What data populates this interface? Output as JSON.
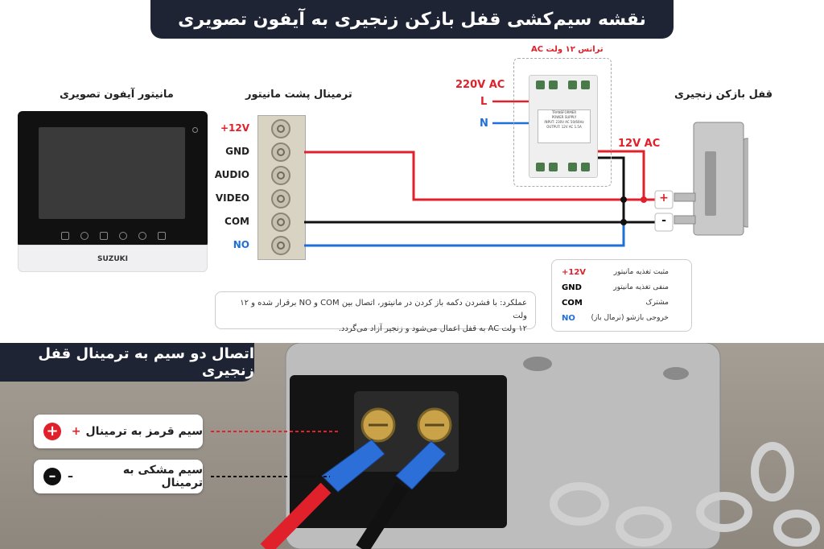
{
  "title": "نقشه سیم‌کشی قفل بازکن زنجیری به آیفون تصویری",
  "monitor": {
    "title": "مانیتور آیفون تصویری",
    "brand": "SUZUKI"
  },
  "terminal": {
    "title": "ترمینال پشت مانیتور",
    "labels": [
      "+12V",
      "GND",
      "AUDIO",
      "VIDEO",
      "COM",
      "NO"
    ]
  },
  "power_supply": {
    "title": "ترانس ۱۲ ولت AC",
    "input": "220V AC",
    "L": "L",
    "N": "N",
    "output": "12V AC",
    "label_lines": [
      "TRANSFORMER",
      "POWER SUPPLY",
      "INPUT: 230V AC 50/60Hz",
      "OUTPUT: 12V AC 1.5A"
    ]
  },
  "lock": {
    "title": "قفل بازکن زنجیری",
    "plus": "+",
    "minus": "-"
  },
  "legend": [
    {
      "key": "+12V",
      "value": "مثبت تغذیه مانیتور"
    },
    {
      "key": "GND",
      "value": "منفی تغذیه مانیتور"
    },
    {
      "key": "COM",
      "value": "مشترک"
    },
    {
      "key": "NO",
      "value": "خروجی بازشو (نرمال باز)"
    }
  ],
  "note": {
    "line1": "عملکرد: با فشردن دکمه باز کردن در مانیتور، اتصال بین COM و NO برقرار شده و ۱۲ ولت",
    "line2": "۱۲ ولت AC به قفل اعمال می‌شود و زنجیر آزاد می‌گردد."
  },
  "bottom": {
    "title": "اتصال دو سیم به ترمینال قفل زنجیری",
    "red_wire": {
      "label": "سیم قرمز به ترمینال",
      "sign": "+"
    },
    "black_wire": {
      "label": "سیم مشکی به ترمینال",
      "sign": "–"
    }
  },
  "colors": {
    "red": "#e0202a",
    "black": "#111111",
    "blue": "#1e6fd9",
    "dark": "#1e2433"
  }
}
